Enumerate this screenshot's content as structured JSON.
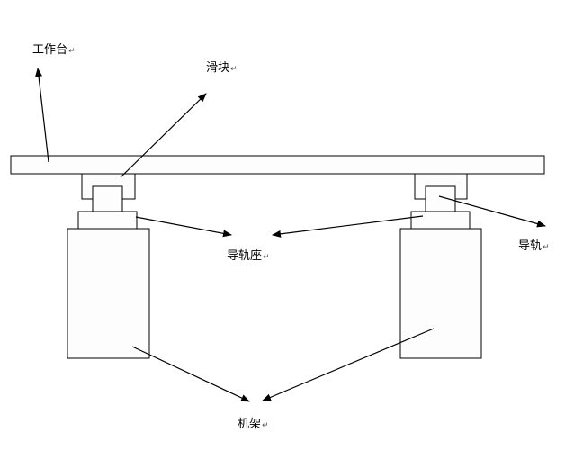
{
  "labels": {
    "worktable": "工作台",
    "slider": "滑块",
    "rail_seat": "导轨座",
    "rail": "导轨",
    "frame": "机架"
  },
  "return_mark": "↵",
  "colors": {
    "line": "#000000",
    "fill": "#fdfdfd",
    "background": "#ffffff"
  }
}
